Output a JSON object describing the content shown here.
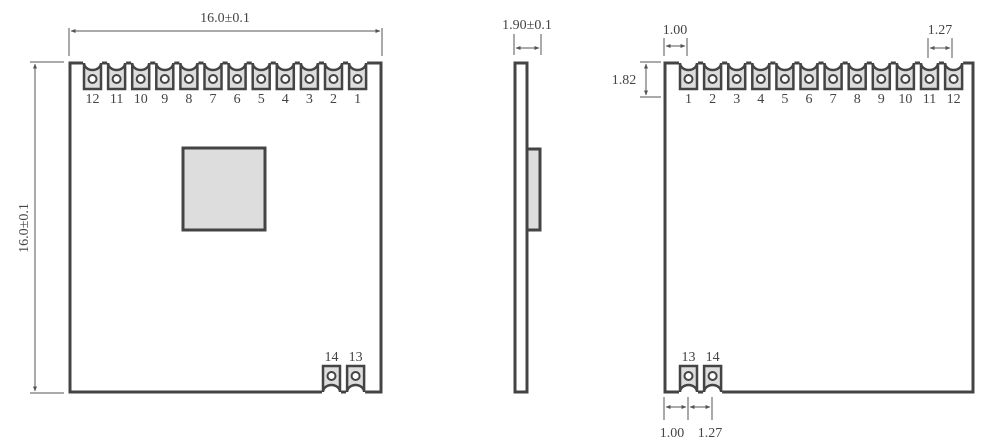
{
  "colors": {
    "outline": "#444444",
    "pad_fill": "#dddddd",
    "dimension_line": "#555555",
    "text": "#444444"
  },
  "top_view": {
    "width_dim": "16.0±0.1",
    "height_dim": "16.0±0.1",
    "top_pins": [
      "12",
      "11",
      "10",
      "9",
      "8",
      "7",
      "6",
      "5",
      "4",
      "3",
      "2",
      "1"
    ],
    "bottom_pins": [
      "14",
      "13"
    ]
  },
  "side_view": {
    "thickness_dim": "1.90±0.1"
  },
  "bottom_view": {
    "edge_to_pin_dim": "1.00",
    "pin_pitch_dim": "1.27",
    "pad_length_dim": "1.82",
    "top_pins": [
      "1",
      "2",
      "3",
      "4",
      "5",
      "6",
      "7",
      "8",
      "9",
      "10",
      "11",
      "12"
    ],
    "bottom_pins": [
      "13",
      "14"
    ],
    "bottom_edge_dim": "1.00",
    "bottom_pitch_dim": "1.27"
  }
}
